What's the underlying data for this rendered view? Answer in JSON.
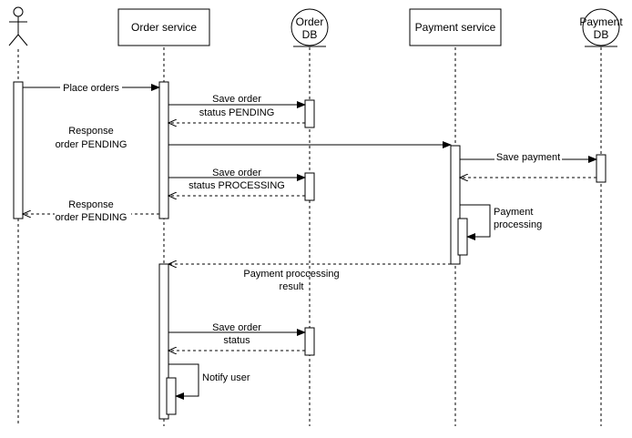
{
  "participants": {
    "actor": {
      "label": ""
    },
    "order_service": {
      "label": "Order service"
    },
    "order_db": {
      "label_line1": "Order",
      "label_line2": "DB"
    },
    "payment_service": {
      "label": "Payment service"
    },
    "payment_db": {
      "label_line1": "Payment",
      "label_line2": "DB"
    }
  },
  "messages": {
    "place_orders": "Place orders",
    "save_pending_1": "Save order",
    "save_pending_2": "status PENDING",
    "response_pending_top_1": "Response",
    "response_pending_top_2": "order PENDING",
    "save_processing_1": "Save order",
    "save_processing_2": "status PROCESSING",
    "response_pending_bottom_1": "Response",
    "response_pending_bottom_2": "order PENDING",
    "save_payment": "Save payment",
    "payment_processing_1": "Payment",
    "payment_processing_2": "processing",
    "processing_result_1": "Payment proccessing",
    "processing_result_2": "result",
    "save_status_1": "Save order",
    "save_status_2": "status",
    "notify_user": "Notify user"
  },
  "colors": {
    "line": "#000000",
    "fill": "#ffffff"
  }
}
